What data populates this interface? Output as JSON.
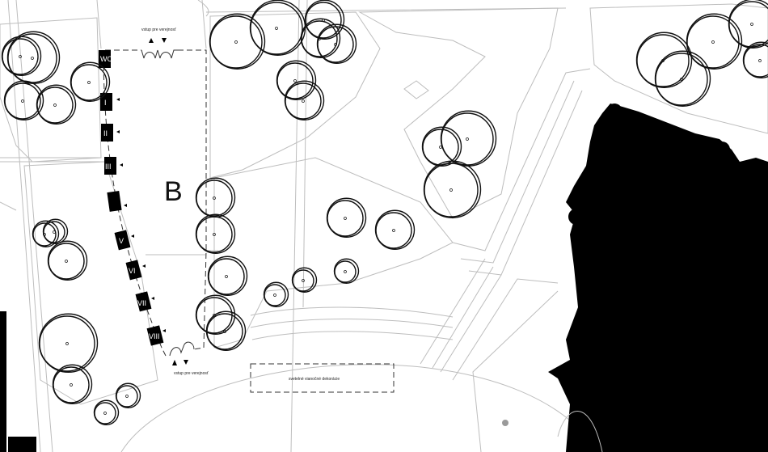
{
  "plan": {
    "zone_label": "B",
    "entrance_top_label": "vstup pre verejnosť",
    "entrance_bottom_label": "vstup pre verejnosť",
    "decoration_label": "svetelné vianočné dekorácie",
    "stalls": [
      "WC",
      "I",
      "II",
      "III",
      "",
      "V",
      "VI",
      "VII",
      "VIII"
    ]
  },
  "colors": {
    "building": "#000000",
    "lines": "#bdbdbd",
    "hatch": "#b5b5b5",
    "marker": "#9a9a9a"
  }
}
